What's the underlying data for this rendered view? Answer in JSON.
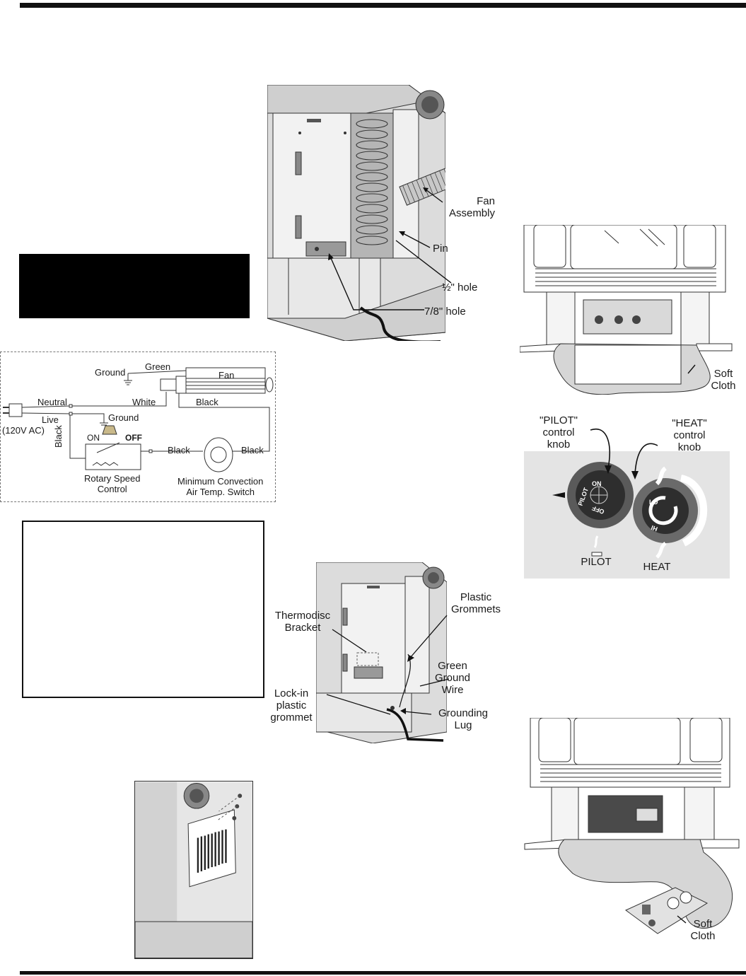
{
  "fig_fan": {
    "labels": {
      "fan_assembly": "Fan\nAssembly",
      "pin": "Pin",
      "half_hole": "½\" hole",
      "seven_eighth_hole": "7/8\" hole"
    }
  },
  "fig_cloth_top": {
    "labels": {
      "soft_cloth": "Soft\nCloth"
    }
  },
  "fig_knobs": {
    "labels": {
      "pilot_knob": "\"PILOT\"\ncontrol\nknob",
      "heat_knob": "\"HEAT\"\ncontrol\nknob",
      "pilot": "PILOT",
      "heat": "HEAT",
      "knob_on": "ON",
      "knob_pilot": "PILOT",
      "knob_off": "OFF",
      "knob_lo": "LO",
      "knob_hi": "HI"
    }
  },
  "wiring": {
    "labels": {
      "ground_top": "Ground",
      "green": "Green",
      "fan": "Fan",
      "neutral": "Neutral",
      "white": "White",
      "black_top": "Black",
      "live": "Live",
      "ground_mid": "Ground",
      "voltage": "(120V AC)",
      "black_vertical": "Black",
      "on": "ON",
      "off": "OFF",
      "black_mid": "Black",
      "black_right": "Black",
      "rotary": "Rotary Speed\nControl",
      "min_switch": "Minimum Convection\nAir Temp. Switch"
    }
  },
  "fig_thermodisc": {
    "labels": {
      "plastic_grommets": "Plastic\nGrommets",
      "thermodisc_bracket": "Thermodisc\nBracket",
      "green_ground_wire": "Green\nGround\nWire",
      "lockin_grommet": "Lock-in\nplastic\ngrommet",
      "grounding_lug": "Grounding\nLug"
    }
  },
  "fig_cloth_bottom": {
    "labels": {
      "soft_cloth": "Soft\nCloth"
    }
  },
  "colors": {
    "rule": "#111111",
    "figure_gray": "#d6d6d6",
    "panel_gray": "#e4e4e4",
    "knob_dark": "#3a3a3a"
  },
  "icons": [
    "fan-assembly-drawing",
    "valve-knob-drawing",
    "wiring-diagram",
    "thermodisc-drawing",
    "panel-removal-drawing"
  ]
}
